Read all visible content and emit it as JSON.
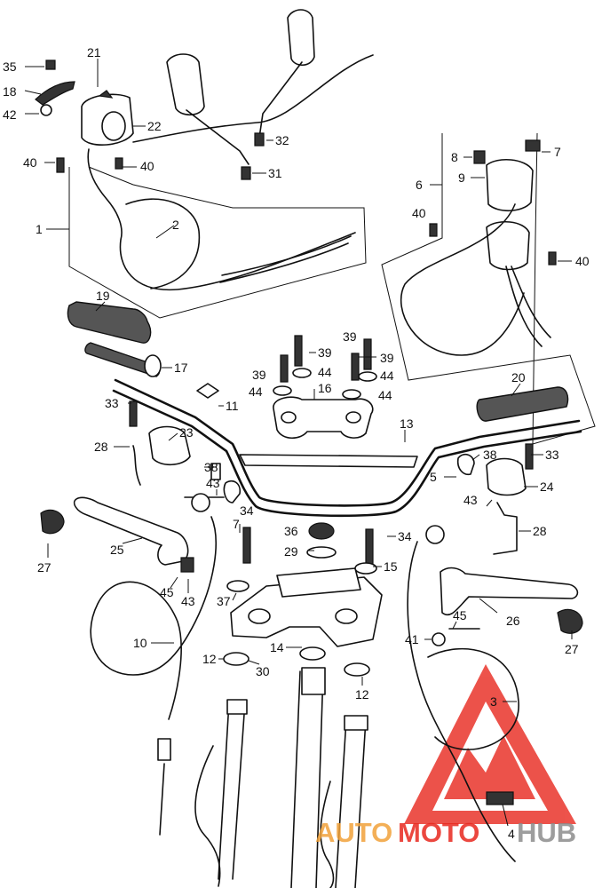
{
  "diagram": {
    "callouts": [
      {
        "id": "c35",
        "text": "35"
      },
      {
        "id": "c21",
        "text": "21"
      },
      {
        "id": "c18",
        "text": "18"
      },
      {
        "id": "c42",
        "text": "42"
      },
      {
        "id": "c22",
        "text": "22"
      },
      {
        "id": "c32",
        "text": "32"
      },
      {
        "id": "c40a",
        "text": "40"
      },
      {
        "id": "c40b",
        "text": "40"
      },
      {
        "id": "c31",
        "text": "31"
      },
      {
        "id": "c1",
        "text": "1"
      },
      {
        "id": "c2",
        "text": "2"
      },
      {
        "id": "c8",
        "text": "8"
      },
      {
        "id": "c7",
        "text": "7"
      },
      {
        "id": "c6",
        "text": "6"
      },
      {
        "id": "c9",
        "text": "9"
      },
      {
        "id": "c40c",
        "text": "40"
      },
      {
        "id": "c40d",
        "text": "40"
      },
      {
        "id": "c19",
        "text": "19"
      },
      {
        "id": "c17",
        "text": "17"
      },
      {
        "id": "c39a",
        "text": "39"
      },
      {
        "id": "c39b",
        "text": "39"
      },
      {
        "id": "c39c",
        "text": "39"
      },
      {
        "id": "c39d",
        "text": "39"
      },
      {
        "id": "c44a",
        "text": "44"
      },
      {
        "id": "c44b",
        "text": "44"
      },
      {
        "id": "c44c",
        "text": "44"
      },
      {
        "id": "c44d",
        "text": "44"
      },
      {
        "id": "c16",
        "text": "16"
      },
      {
        "id": "c20",
        "text": "20"
      },
      {
        "id": "c33a",
        "text": "33"
      },
      {
        "id": "c11",
        "text": "11"
      },
      {
        "id": "c13",
        "text": "13"
      },
      {
        "id": "c23",
        "text": "23"
      },
      {
        "id": "c28a",
        "text": "28"
      },
      {
        "id": "c38a",
        "text": "38"
      },
      {
        "id": "c38b",
        "text": "38"
      },
      {
        "id": "c33b",
        "text": "33"
      },
      {
        "id": "c5",
        "text": "5"
      },
      {
        "id": "c24",
        "text": "24"
      },
      {
        "id": "c43a",
        "text": "43"
      },
      {
        "id": "c43b",
        "text": "43"
      },
      {
        "id": "c34a",
        "text": "34"
      },
      {
        "id": "c7b",
        "text": "7"
      },
      {
        "id": "c36",
        "text": "36"
      },
      {
        "id": "c34b",
        "text": "34"
      },
      {
        "id": "c28b",
        "text": "28"
      },
      {
        "id": "c27a",
        "text": "27"
      },
      {
        "id": "c25",
        "text": "25"
      },
      {
        "id": "c29",
        "text": "29"
      },
      {
        "id": "c15",
        "text": "15"
      },
      {
        "id": "c45a",
        "text": "45"
      },
      {
        "id": "c43c",
        "text": "43"
      },
      {
        "id": "c37",
        "text": "37"
      },
      {
        "id": "c26",
        "text": "26"
      },
      {
        "id": "c10",
        "text": "10"
      },
      {
        "id": "c41",
        "text": "41"
      },
      {
        "id": "c45b",
        "text": "45"
      },
      {
        "id": "c27b",
        "text": "27"
      },
      {
        "id": "c14",
        "text": "14"
      },
      {
        "id": "c12a",
        "text": "12"
      },
      {
        "id": "c30",
        "text": "30"
      },
      {
        "id": "c3",
        "text": "3"
      },
      {
        "id": "c12b",
        "text": "12"
      },
      {
        "id": "c4",
        "text": "4"
      }
    ]
  },
  "watermark": {
    "part1": "AUTO",
    "part2": "MOTO",
    "part3": "HUB",
    "color_red": "#e8281e",
    "color_orange": "#f2a23a",
    "color_grey": "#8c8c8c"
  }
}
